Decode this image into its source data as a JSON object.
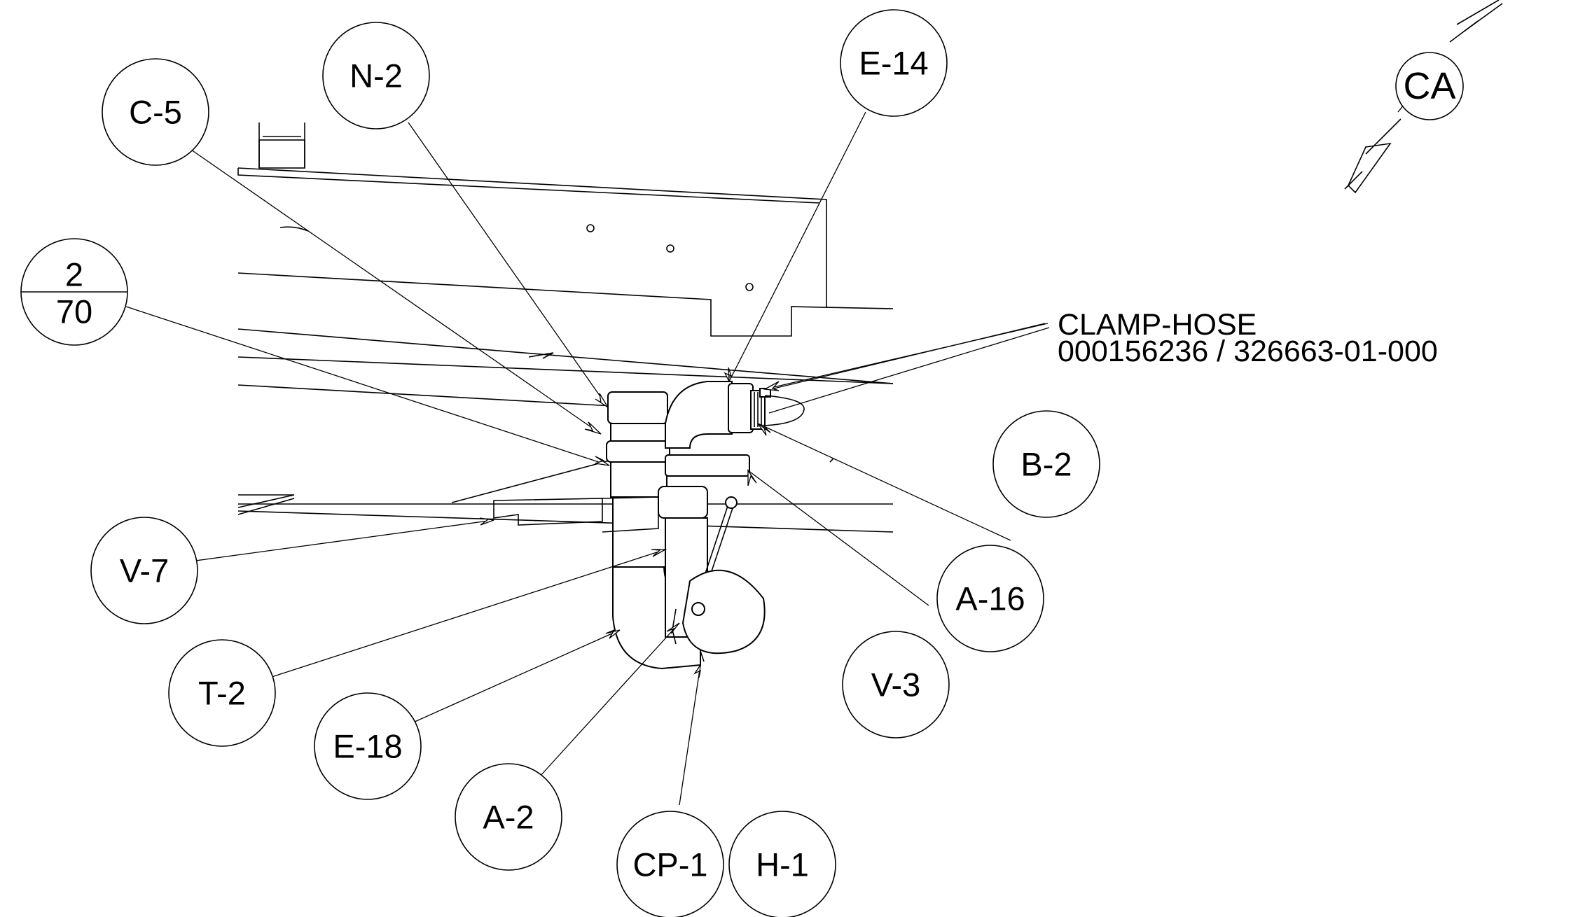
{
  "title_balloon": {
    "label": "CA"
  },
  "section_ref": {
    "top": "2",
    "bottom": "70"
  },
  "balloons": [
    {
      "id": "C-5"
    },
    {
      "id": "N-2"
    },
    {
      "id": "E-14"
    },
    {
      "id": "B-2"
    },
    {
      "id": "A-16"
    },
    {
      "id": "V-3"
    },
    {
      "id": "V-7"
    },
    {
      "id": "T-2"
    },
    {
      "id": "E-18"
    },
    {
      "id": "A-2"
    },
    {
      "id": "CP-1"
    },
    {
      "id": "H-1"
    }
  ],
  "note": {
    "line1": "CLAMP-HOSE",
    "line2": "000156236 / 326663-01-000"
  }
}
